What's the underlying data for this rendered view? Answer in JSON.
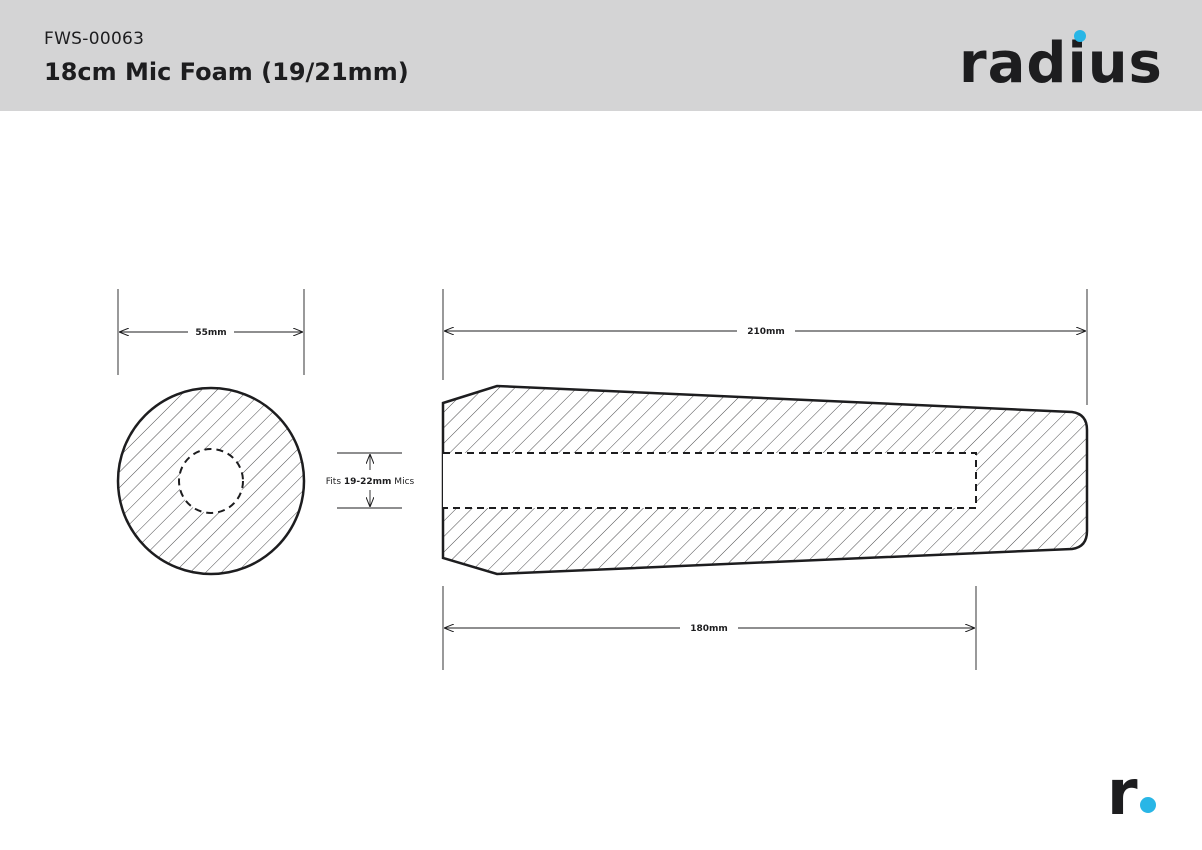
{
  "header": {
    "product_code": "FWS-00063",
    "product_title": "18cm Mic Foam (19/21mm)",
    "logo_text": "radius"
  },
  "dimensions": {
    "diameter": "55mm",
    "total_length": "210mm",
    "insert_length": "180mm",
    "fits_prefix": "Fits ",
    "fits_range": "19-22mm",
    "fits_suffix": " Mics"
  },
  "footer": {
    "mark_letter": "r"
  },
  "colors": {
    "header_bg": "#d4d4d5",
    "ink": "#1d1d1f",
    "brand_dot": "#29b6e6"
  }
}
